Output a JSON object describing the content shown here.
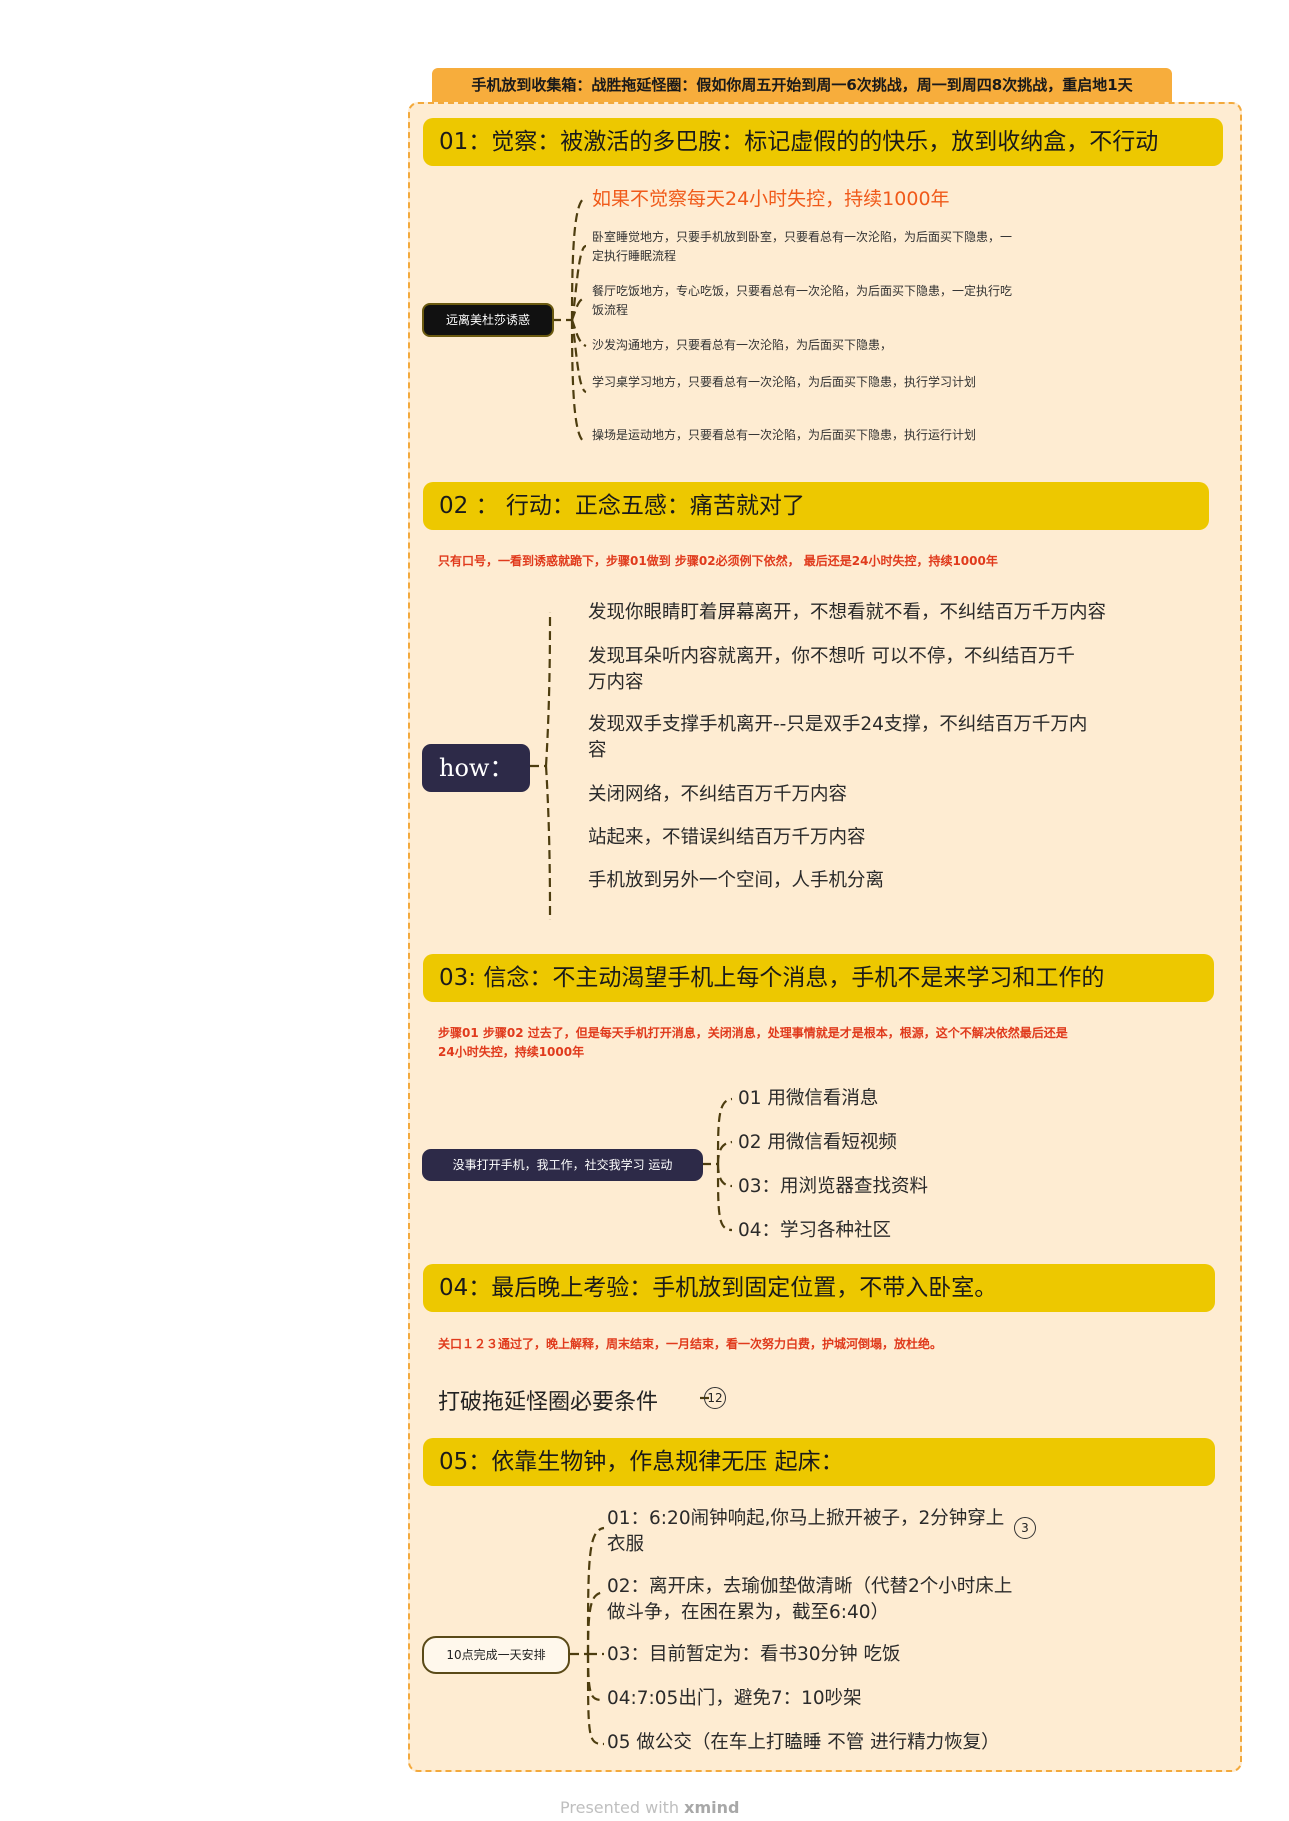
{
  "title": "手机放到收集箱：战胜拖延怪圈：假如你周五开始到周一6次挑战，周一到周四8次挑战，重启地1天",
  "sections": [
    {
      "header": "01：觉察：被激活的多巴胺：标记虚假的的快乐，放到收纳盒，不行动",
      "node": "远离美杜莎诱惑",
      "items": [
        "如果不觉察每天24小时失控，持续1000年",
        "卧室睡觉地方，只要手机放到卧室，只要看总有一次沦陷，为后面买下隐患，一定执行睡眠流程",
        "餐厅吃饭地方，专心吃饭，只要看总有一次沦陷，为后面买下隐患，一定执行吃饭流程",
        "沙发沟通地方，只要看总有一次沦陷，为后面买下隐患，",
        "学习桌学习地方，只要看总有一次沦陷，为后面买下隐患，执行学习计划",
        "操场是运动地方，只要看总有一次沦陷，为后面买下隐患，执行运行计划"
      ]
    },
    {
      "header": "02 ： 行动：正念五感：痛苦就对了",
      "note": "只有口号，一看到诱惑就跪下，步骤01做到 步骤02必须例下依然， 最后还是24小时失控，持续1000年",
      "node": "how：",
      "items": [
        "发现你眼睛盯着屏幕离开，不想看就不看，不纠结百万千万内容",
        "发现耳朵听内容就离开，你不想听 可以不停，不纠结百万千万内容",
        "发现双手支撑手机离开--只是双手24支撑，不纠结百万千万内容",
        "关闭网络，不纠结百万千万内容",
        "站起来，不错误纠结百万千万内容",
        "手机放到另外一个空间，人手机分离"
      ]
    },
    {
      "header": "03: 信念：不主动渴望手机上每个消息，手机不是来学习和工作的",
      "note": "步骤01 步骤02 过去了，但是每天手机打开消息，关闭消息，处理事情就是才是根本，根源，这个不解决依然最后还是24小时失控，持续1000年",
      "node": "没事打开手机，我工作，社交我学习 运动",
      "items": [
        "01 用微信看消息",
        "02 用微信看短视频",
        "03：用浏览器查找资料",
        "04：学习各种社区"
      ]
    },
    {
      "header": "04：最后晚上考验：手机放到固定位置，不带入卧室。",
      "note": "关口１２３通过了，晚上解释，周末结束，一月结束，看一次努力白费，护城河倒塌，放杜绝。",
      "collapsed_topic": "打破拖延怪圈必要条件",
      "collapsed_count": "12"
    },
    {
      "header": "05：依靠生物钟，作息规律无压 起床：",
      "node": "10点完成一天安排",
      "items": [
        "01：6:20闹钟响起,你马上掀开被子，2分钟穿上衣服",
        "02：离开床，去瑜伽垫做清晰（代替2个小时床上做斗争，在困在累为，截至6:40）",
        "03：目前暂定为：看书30分钟 吃饭",
        "04:7:05出门，避免7：10吵架",
        "05 做公交（在车上打瞌睡 不管 进行精力恢复）"
      ],
      "first_item_count": "3"
    }
  ],
  "footer": {
    "prefix": "Presented with",
    "brand": "xmind"
  },
  "colors": {
    "title_bg": "#f7ad3c",
    "board_bg": "#feecd2",
    "board_border": "#f3a93c",
    "section_bg": "#edc800",
    "connector": "#4d3d0f",
    "note_red": "#e03a1c",
    "highlight_orange": "#f05a1a",
    "navy": "#2d2a48"
  }
}
